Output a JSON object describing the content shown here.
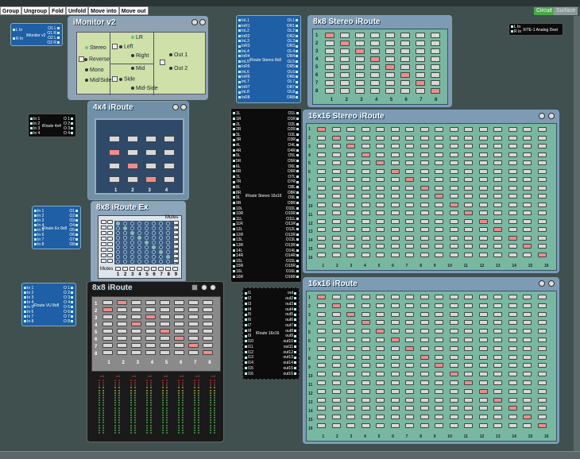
{
  "toolbar": {
    "buttons": [
      "Group",
      "Ungroup",
      "Fold",
      "Unfold",
      "Move into",
      "Move out"
    ],
    "right": [
      "Circuit",
      "Surface"
    ]
  },
  "modules": {
    "imon_small": {
      "label": "iMonitor v2",
      "in": [
        "L In",
        "R In"
      ],
      "out": [
        "O1 L",
        "O1 R",
        "O2 L",
        "O2 R"
      ]
    },
    "iroute4x4_small": {
      "label": "iRoute 4x4",
      "in": [
        "In 1",
        "In 2",
        "In 3",
        "In 4"
      ],
      "out": [
        "O 1",
        "O 2",
        "O 3",
        "O 4"
      ]
    },
    "irouteex_small": {
      "label": "iRoute Ex 8x8",
      "in": [
        "In 1",
        "In 2",
        "In 3",
        "In 4",
        "In 5",
        "In 6",
        "In 7",
        "In 8"
      ],
      "out": [
        "O1",
        "O2",
        "O3",
        "O4",
        "O5",
        "O6",
        "O7",
        "O8"
      ]
    },
    "iroutevu_small": {
      "label": "iRoute VU 8x8",
      "in": [
        "In 1",
        "In 2",
        "In 3",
        "In 4",
        "In 5",
        "In 6",
        "In 7",
        "In 8"
      ],
      "out": [
        "O 1",
        "O 2",
        "O 3",
        "O 4",
        "O 5",
        "O 6",
        "O 7",
        "O 8"
      ]
    },
    "stereo8x8_small": {
      "label": "iRoute Stereo 8x8",
      "in": [
        "InL1",
        "InR1",
        "InL2",
        "InR2",
        "InL3",
        "InR3",
        "InL4",
        "InR4",
        "InL5",
        "InR5",
        "InL6",
        "InR6",
        "InL7",
        "InR7",
        "InL8",
        "InR8"
      ],
      "out": [
        "OL1",
        "OR1",
        "OL2",
        "OR2",
        "OL3",
        "OR3",
        "OL4",
        "OR4",
        "OL5",
        "OR5",
        "OL6",
        "OR6",
        "OL7",
        "OR7",
        "OL8",
        "OR8"
      ]
    },
    "stereo16_small": {
      "label": "iRoute Stereo 16x16",
      "in": [
        "1L",
        "1R",
        "2L",
        "2R",
        "3L",
        "3R",
        "4L",
        "4R",
        "5L",
        "5R",
        "6L",
        "6R",
        "7L",
        "7R",
        "8L",
        "8R",
        "9L",
        "9R",
        "10L",
        "10R",
        "11L",
        "11R",
        "12L",
        "12R",
        "13L",
        "13R",
        "14L",
        "14R",
        "15L",
        "15R",
        "16L",
        "16R"
      ],
      "out": [
        "O1L",
        "O1R",
        "O2L",
        "O2R",
        "O3L",
        "O3R",
        "O4L",
        "O4R",
        "O5L",
        "O5R",
        "O6L",
        "O6R",
        "O7L",
        "O7R",
        "O8L",
        "O8R",
        "O9L",
        "O9R",
        "O10L",
        "O10R",
        "O11L",
        "O11R",
        "O12L",
        "O12R",
        "O13L",
        "O13R",
        "O14L",
        "O14R",
        "O15L",
        "O15R",
        "O16L",
        "O16R"
      ]
    },
    "iroute16_small": {
      "label": "iRoute 16x16",
      "in": [
        "I1",
        "I2",
        "I3",
        "I4",
        "I5",
        "I6",
        "I7",
        "I8",
        "I9",
        "I10",
        "I11",
        "I12",
        "I13",
        "I14",
        "I15",
        "I16"
      ],
      "out": [
        "out",
        "out2",
        "out3",
        "out4",
        "out5",
        "out6",
        "out7",
        "out8",
        "out9",
        "out10",
        "out11",
        "out12",
        "out13",
        "out14",
        "out15",
        "out16"
      ]
    },
    "xite_small": {
      "label": "XITE-1 Analog Dest",
      "in": [
        "L In",
        "R In"
      ]
    }
  },
  "imon": {
    "title": "iMonitor v2",
    "stereo": "Stereo",
    "reverse": "Reverse",
    "mono": "Mono",
    "midside": "Mid/Side",
    "lr": "LR",
    "left": "Left",
    "right": "Right",
    "mid": "Mid",
    "side": "Side",
    "midside2": "Mid-Side",
    "out1": "Out 1",
    "out2": "Out 2"
  },
  "p4x4": {
    "title": "4x4 iRoute",
    "cols": [
      "1",
      "2",
      "3",
      "4"
    ],
    "on": [
      [
        1,
        0
      ],
      [
        2,
        1
      ],
      [
        3,
        2
      ]
    ]
  },
  "pex": {
    "title": "8x8 iRoute Ex",
    "mutes_top": "Mutes",
    "mutes_bottom": "Mutes",
    "cols": [
      "1",
      "2",
      "3",
      "4",
      "5",
      "6",
      "7",
      "8",
      "9"
    ]
  },
  "p8x8stereo": {
    "title": "8x8 Stereo iRoute",
    "rows": [
      "1",
      "2",
      "3",
      "4",
      "5",
      "6",
      "7",
      "8"
    ],
    "cols": [
      "1",
      "2",
      "3",
      "4",
      "5",
      "6",
      "7",
      "8"
    ],
    "on": [
      [
        0,
        0
      ],
      [
        1,
        1
      ],
      [
        2,
        2
      ],
      [
        3,
        3
      ],
      [
        4,
        4
      ],
      [
        5,
        5
      ],
      [
        6,
        6
      ],
      [
        7,
        7
      ]
    ]
  },
  "p16stereo": {
    "title": "16x16 Stereo  iRoute",
    "rows": [
      "1",
      "2",
      "3",
      "4",
      "5",
      "6",
      "7",
      "8",
      "9",
      "10",
      "11",
      "12",
      "13",
      "14",
      "15",
      "16"
    ],
    "cols": [
      "1",
      "2",
      "3",
      "4",
      "5",
      "6",
      "7",
      "8",
      "9",
      "10",
      "11",
      "12",
      "13",
      "14",
      "15",
      "16"
    ],
    "on": [
      [
        0,
        0
      ],
      [
        1,
        1
      ],
      [
        2,
        2
      ],
      [
        3,
        3
      ],
      [
        4,
        4
      ],
      [
        5,
        5
      ],
      [
        6,
        6
      ],
      [
        7,
        7
      ],
      [
        8,
        8
      ],
      [
        9,
        9
      ],
      [
        10,
        10
      ],
      [
        11,
        11
      ],
      [
        12,
        12
      ],
      [
        13,
        13
      ],
      [
        14,
        14
      ],
      [
        15,
        15
      ]
    ]
  },
  "p16": {
    "title": "16x16 iRoute",
    "rows": [
      "1",
      "2",
      "3",
      "4",
      "5",
      "6",
      "7",
      "8",
      "9",
      "10",
      "11",
      "12",
      "13",
      "14",
      "15",
      "16"
    ],
    "cols": [
      "1",
      "2",
      "3",
      "4",
      "5",
      "6",
      "7",
      "8",
      "9",
      "10",
      "11",
      "12",
      "13",
      "14",
      "15",
      "16"
    ],
    "on": [
      [
        0,
        0
      ],
      [
        1,
        1
      ],
      [
        2,
        2
      ],
      [
        3,
        3
      ],
      [
        4,
        4
      ],
      [
        5,
        5
      ],
      [
        6,
        6
      ],
      [
        7,
        7
      ],
      [
        8,
        8
      ],
      [
        9,
        9
      ],
      [
        10,
        10
      ],
      [
        11,
        11
      ],
      [
        12,
        12
      ],
      [
        13,
        13
      ],
      [
        14,
        14
      ],
      [
        15,
        15
      ]
    ]
  },
  "pvu": {
    "title": "8x8 iRoute",
    "rows": [
      "1",
      "2",
      "3",
      "4",
      "5",
      "6",
      "7",
      "8"
    ],
    "cols": [
      "1",
      "2",
      "3",
      "4",
      "5",
      "6",
      "7",
      "8"
    ],
    "on": [
      [
        0,
        1
      ],
      [
        1,
        0
      ],
      [
        2,
        3
      ],
      [
        3,
        2
      ],
      [
        4,
        4
      ],
      [
        5,
        5
      ],
      [
        6,
        6
      ],
      [
        7,
        7
      ]
    ],
    "vu_header": [
      "-inf",
      "-inf",
      "-inf",
      "-inf",
      "-inf",
      "-inf",
      "-inf",
      "-inf"
    ]
  }
}
